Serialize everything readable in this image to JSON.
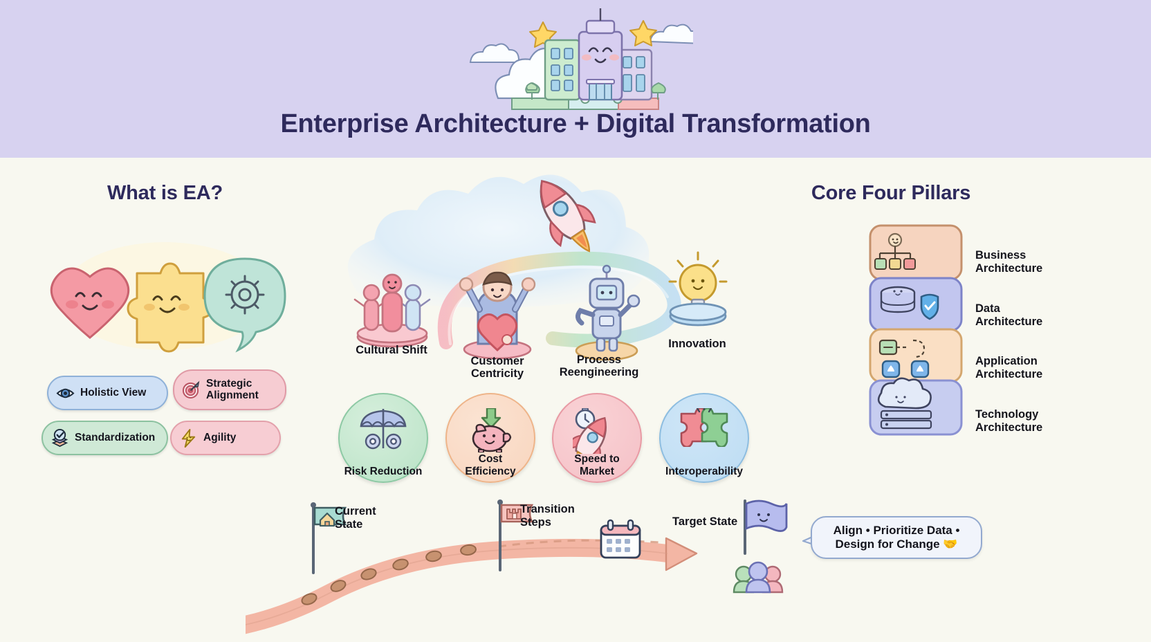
{
  "header": {
    "title": "Enterprise Architecture + Digital Transformation",
    "background_color": "#d7d2f0",
    "title_color": "#2e2a5c",
    "art": "smiling-office-buildings-with-clouds-stars-and-puzzle-base"
  },
  "page": {
    "background_color": "#f8f8f0"
  },
  "left_section": {
    "title": "What is EA?",
    "art": "heart-puzzle-gear-trio",
    "badges": [
      {
        "label": "Holistic View",
        "icon": "eye-icon",
        "color": "#cfe0f5",
        "border_color": "#8fb1d8"
      },
      {
        "label": "Strategic\nAlignment",
        "icon": "target-dart-icon",
        "color": "#f6ccd2",
        "border_color": "#e09aa6"
      },
      {
        "label": "Standardization",
        "icon": "checked-stack-icon",
        "color": "#cfe9d6",
        "border_color": "#8cc2a0"
      },
      {
        "label": "Agility",
        "icon": "lightning-bolt-icon",
        "color": "#f7cdd3",
        "border_color": "#e3a1ab"
      }
    ]
  },
  "center_section": {
    "art": "cloud-with-rocket-and-rainbow-swoosh",
    "drivers": [
      {
        "label": "Cultural Shift",
        "icon": "three-people-on-platform-icon"
      },
      {
        "label": "Customer\nCentricity",
        "icon": "person-holding-heart-icon"
      },
      {
        "label": "Process\nReengineering",
        "icon": "robot-on-platform-icon"
      },
      {
        "label": "Innovation",
        "icon": "lightbulb-on-platform-icon"
      }
    ],
    "benefits": [
      {
        "label": "Risk Reduction",
        "icon": "umbrella-over-gears-icon",
        "color": "#b9e2c6",
        "border_color": "#8dc9a4"
      },
      {
        "label": "Cost\nEfficiency",
        "icon": "piggy-bank-with-down-arrow-icon",
        "color": "#f8d5be",
        "border_color": "#eeb489"
      },
      {
        "label": "Speed to\nMarket",
        "icon": "rocket-with-stopwatch-icon",
        "color": "#f5c0c6",
        "border_color": "#e89aa4"
      },
      {
        "label": "Interoperability",
        "icon": "two-puzzle-pieces-icon",
        "color": "#bcdcf3",
        "border_color": "#8dbde0"
      }
    ]
  },
  "right_section": {
    "title": "Core Four Pillars",
    "pillars": [
      {
        "label": "Business\nArchitecture",
        "icon": "org-chart-icon",
        "color": "#f6d4bf",
        "border_color": "#d9a47f"
      },
      {
        "label": "Data\nArchitecture",
        "icon": "database-with-shield-icon",
        "color": "#c2c6ef",
        "border_color": "#8a90d4"
      },
      {
        "label": "Application\nArchitecture",
        "icon": "app-nodes-icon",
        "color": "#fadfc4",
        "border_color": "#ddb27a"
      },
      {
        "label": "Technology\nArchitecture",
        "icon": "cloud-server-icon",
        "color": "#c7cdf0",
        "border_color": "#8f98d6"
      }
    ]
  },
  "roadmap": {
    "art": "stepping-stone-path-with-arrow",
    "milestones": [
      {
        "label": "Current\nState",
        "icon": "flag-with-house-icon"
      },
      {
        "label": "Transition\nSteps",
        "icon": "flag-with-castle-icon"
      },
      {
        "label": "Target State",
        "icon": "flag-icon"
      }
    ],
    "extra_icons": [
      "calendar-icon",
      "smiling-flag-icon",
      "people-group-icon"
    ]
  },
  "callout": {
    "text": "Align • Prioritize Data •\nDesign for Change 🤝",
    "background_color": "#f1f4fb",
    "border_color": "#93a9cf"
  }
}
